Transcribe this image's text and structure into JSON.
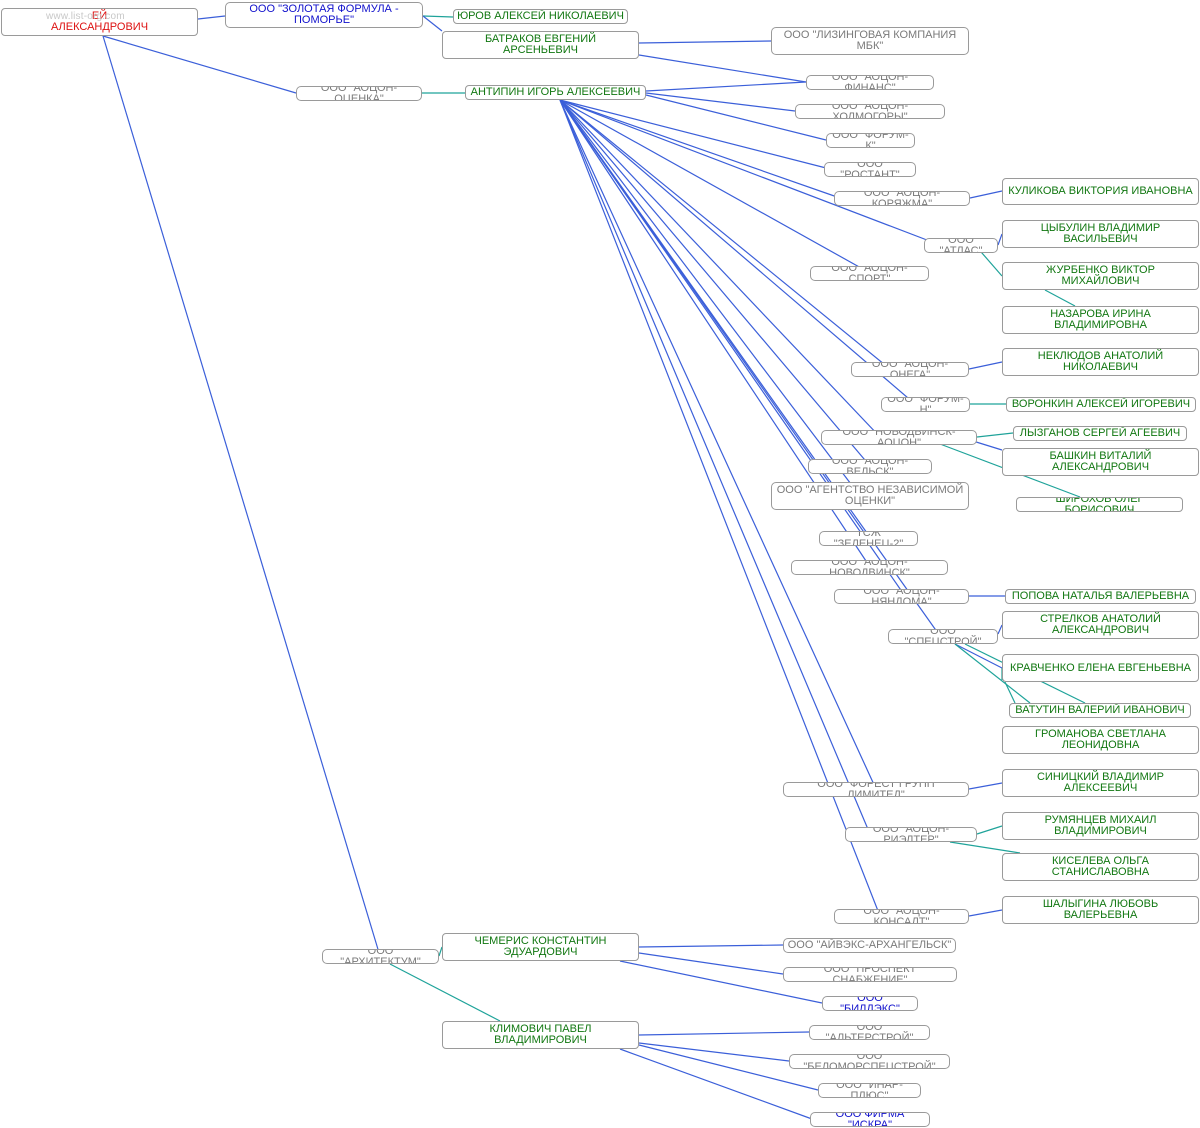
{
  "watermark": "www.list-org.com",
  "colors": {
    "edge_primary": "#3b5fd9",
    "edge_secondary": "#1fa39a",
    "org_text": "#7a7a7a",
    "org_blue_text": "#1111cc",
    "person_text": "#117711",
    "root_text": "#dd1111"
  },
  "nodes": {
    "root": "ЕЙ\nАЛЕКСАНДРОВИЧ",
    "zolotaya_formula": "ООО \"ЗОЛОТАЯ ФОРМУЛА -\nПОМОРЬЕ\"",
    "yurov": "ЮРОВ АЛЕКСЕЙ НИКОЛАЕВИЧ",
    "batrakov": "БАТРАКОВ ЕВГЕНИЙ\nАРСЕНЬЕВИЧ",
    "lizing_mbk": "ООО \"ЛИЗИНГОВАЯ КОМПАНИЯ\nМБК\"",
    "aocon_finans": "ООО \"АОЦОН-ФИНАНС\"",
    "aocon_ocenka": "ООО \"АОЦОН-ОЦЕНКА\"",
    "antipin": "АНТИПИН ИГОРЬ АЛЕКСЕЕВИЧ",
    "aocon_holmogory": "ООО \"АОЦОН-ХОЛМОГОРЫ\"",
    "forum_k": "ООО \"ФОРУМ-К\"",
    "rostant": "ООО \"РОСТАНТ\"",
    "aocon_koryazhma": "ООО \"АОЦОН-КОРЯЖМА\"",
    "kulikova": "КУЛИКОВА ВИКТОРИЯ ИВАНОВНА",
    "atlas": "ООО \"АТЛАС\"",
    "cybulin": "ЦЫБУЛИН ВЛАДИМИР\nВАСИЛЬЕВИЧ",
    "zhurbenko": "ЖУРБЕНКО ВИКТОР МИХАЙЛОВИЧ",
    "aocon_sport": "ООО \"АОЦОН-СПОРТ\"",
    "nazarova": "НАЗАРОВА ИРИНА\nВЛАДИМИРОВНА",
    "neklyudov": "НЕКЛЮДОВ АНАТОЛИЙ\nНИКОЛАЕВИЧ",
    "aocon_onega": "ООО \"АОЦОН-ОНЕГА\"",
    "forum_n": "ООО \"ФОРУМ-Н\"",
    "voronkin": "ВОРОНКИН АЛЕКСЕЙ ИГОРЕВИЧ",
    "novodvinsk_aocon": "ООО \"НОВОДВИНСК-АОЦОН\"",
    "lyzganov": "ЛЫЗГАНОВ СЕРГЕЙ АГЕЕВИЧ",
    "aocon_velsk": "ООО \"АОЦОН-ВЕЛЬСК\"",
    "bashkin": "БАШКИН ВИТАЛИЙ\nАЛЕКСАНДРОВИЧ",
    "agentstvo": "ООО \"АГЕНТСТВО НЕЗАВИСИМОЙ\nОЦЕНКИ\"",
    "shirokhov": "ШИРОХОВ ОЛЕГ БОРИСОВИЧ",
    "tszh_zelenec": "ТСЖ \"ЗЕЛЕНЕЦ-2\"",
    "aocon_novodvinsk": "ООО \"АОЦОН-НОВОДВИНСК\"",
    "aocon_nyandoma": "ООО \"АОЦОН-НЯНДОМА\"",
    "popova": "ПОПОВА НАТАЛЬЯ ВАЛЕРЬЕВНА",
    "strelkov": "СТРЕЛКОВ АНАТОЛИЙ\nАЛЕКСАНДРОВИЧ",
    "specstroy": "ООО \"СПЕЦСТРОЙ\"",
    "kravchenko": "КРАВЧЕНКО ЕЛЕНА ЕВГЕНЬЕВНА",
    "vatutin": "ВАТУТИН ВАЛЕРИЙ ИВАНОВИЧ",
    "gromanova": "ГРОМАНОВА СВЕТЛАНА\nЛЕОНИДОВНА",
    "sinickiy": "СИНИЦКИЙ ВЛАДИМИР\nАЛЕКСЕЕВИЧ",
    "forest_grupp": "ООО \"ФОРЕСТ ГРУПП ЛИМИТЕД\"",
    "rumyancev": "РУМЯНЦЕВ МИХАИЛ\nВЛАДИМИРОВИЧ",
    "aocon_rielter": "ООО \"АОЦОН-РИЭЛТЕР\"",
    "kiseleva": "КИСЕЛЕВА ОЛЬГА\nСТАНИСЛАВОВНА",
    "aocon_konsalt": "ООО \"АОЦОН-КОНСАЛТ\"",
    "shalygina": "ШАЛЫГИНА ЛЮБОВЬ ВАЛЕРЬЕВНА",
    "chemeris": "ЧЕМЕРИС КОНСТАНТИН\nЭДУАРДОВИЧ",
    "arkhitektum": "ООО \"АРХИТЕКТУМ\"",
    "ayveks": "ООО \"АЙВЭКС-АРХАНГЕЛЬСК\"",
    "prospekt": "ООО \"ПРОСПЕКТ СНАБЖЕНИЕ\"",
    "bildeks": "ООО \"БИЛДЭКС\"",
    "klimovich": "КЛИМОВИЧ ПАВЕЛ\nВЛАДИМИРОВИЧ",
    "alterstroy": "ООО \"АЛЬТЕРСТРОЙ\"",
    "belomor": "ООО \"БЕЛОМОРСПЕЦСТРОЙ\"",
    "inar_plyus": "ООО \"ИНАР-ПЛЮС\"",
    "iskra": "ООО ФИРМА \"ИСКРА\""
  }
}
